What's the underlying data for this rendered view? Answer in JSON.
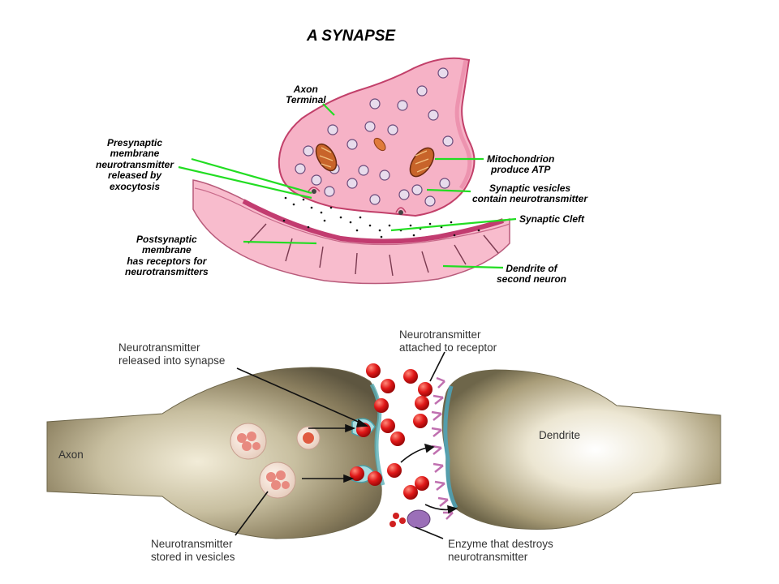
{
  "title": "A SYNAPSE",
  "top_labels": {
    "axon_terminal": [
      "Axon",
      "Terminal"
    ],
    "presynaptic": [
      "Presynaptic",
      "membrane",
      "neurotransmitter",
      "released by",
      "exocytosis"
    ],
    "mitochondrion": [
      "Mitochondrion",
      "produce ATP"
    ],
    "vesicles": [
      "Synaptic vesicles",
      "contain neurotransmitter"
    ],
    "cleft": [
      "Synaptic Cleft"
    ],
    "postsynaptic": [
      "Postsynaptic",
      "membrane",
      "has receptors for",
      "neurotransmitters"
    ],
    "dendrite": [
      "Dendrite of",
      "second neuron"
    ]
  },
  "bottom_labels": {
    "released": [
      "Neurotransmitter",
      "released into synapse"
    ],
    "attached": [
      "Neurotransmitter",
      "attached to receptor"
    ],
    "axon": "Axon",
    "dendrite": "Dendrite",
    "stored": [
      "Neurotransmitter",
      "stored in vesicles"
    ],
    "enzyme": [
      "Enzyme that destroys",
      "neurotransmitter"
    ]
  },
  "colors": {
    "pointer_line": "#22dd22",
    "membrane_pink": "#f08aa8",
    "cytoplasm_pink": "#f7b6c8",
    "neurotransmitter_red": "#e01818",
    "mitochondrion": "#c8642a",
    "enzyme": "#9b6fb8"
  }
}
